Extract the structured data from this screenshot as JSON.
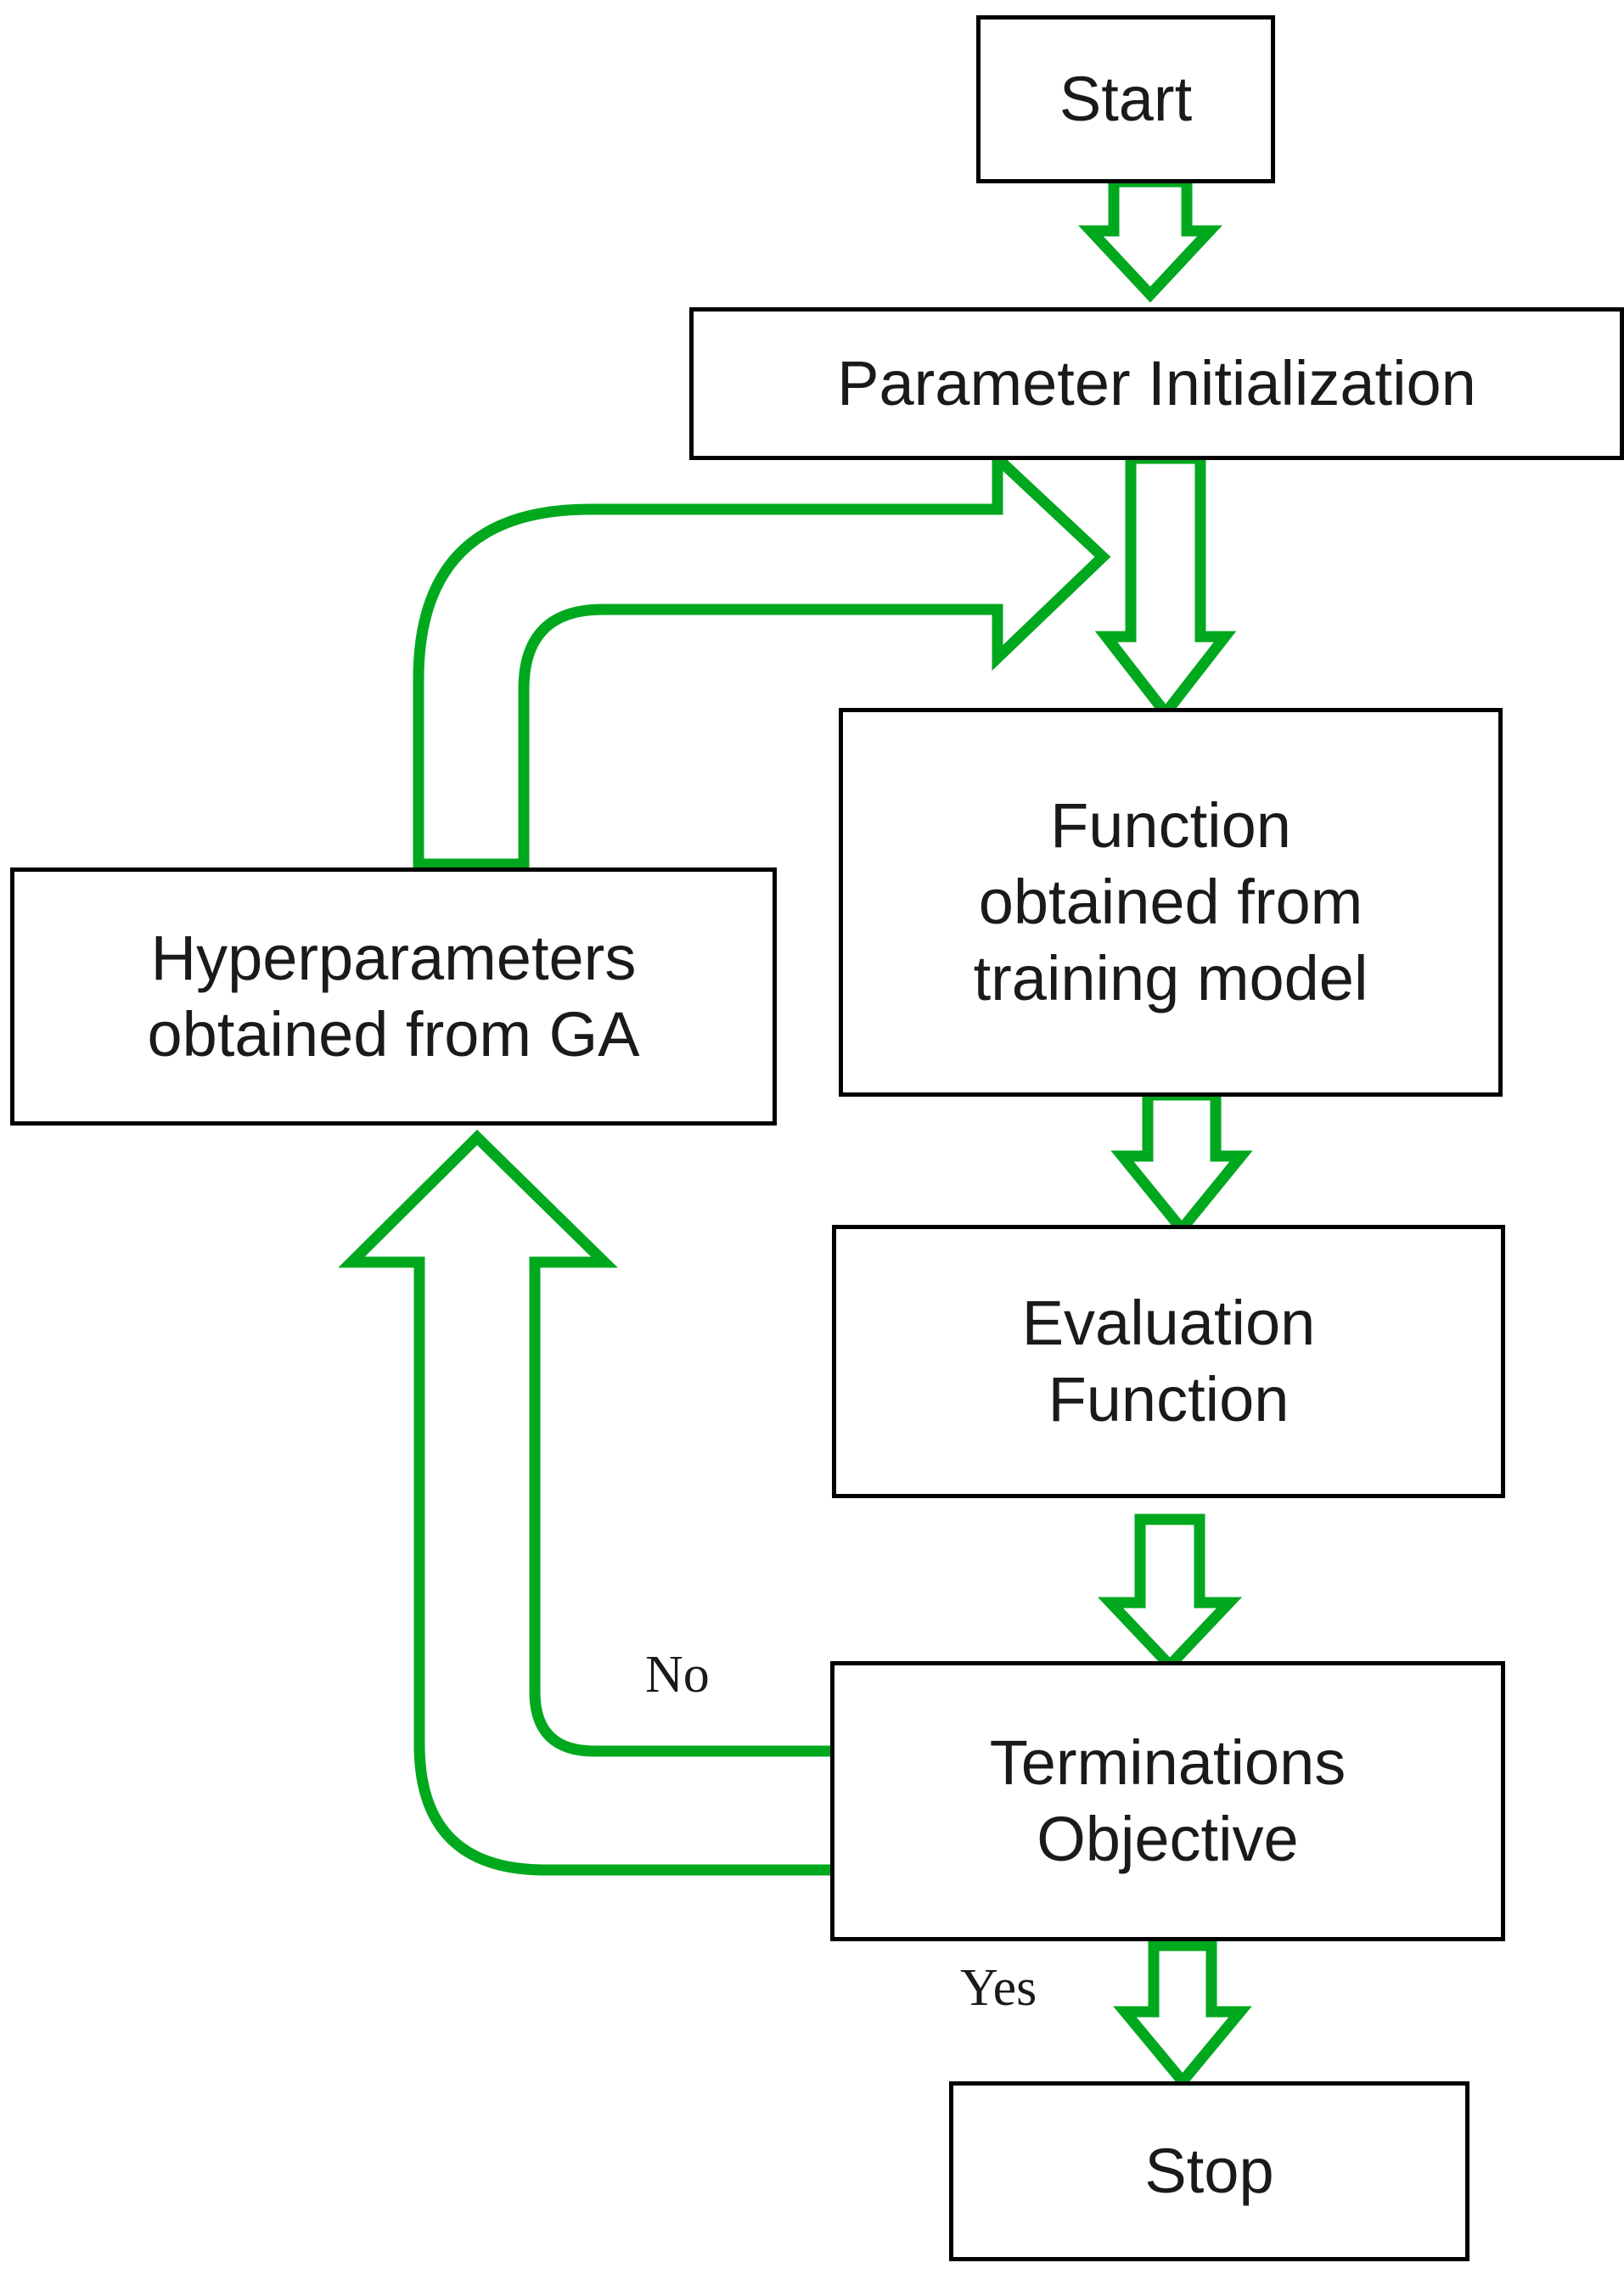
{
  "diagram": {
    "title": "Genetic Algorithm hyperparameter optimization flowchart",
    "type": "flowchart",
    "background_color": "#ffffff",
    "node_border_color": "#000000",
    "node_fill_color": "#ffffff",
    "text_color": "#1a1a1a",
    "arrow_color": "#00a81e",
    "arrow_style": "outlined-block-arrow",
    "nodes": [
      {
        "id": "start",
        "label": "Start",
        "shape": "rectangle"
      },
      {
        "id": "param",
        "label": "Parameter Initialization",
        "shape": "rectangle"
      },
      {
        "id": "func",
        "label": "Function\nobtained from\ntraining model",
        "shape": "rectangle"
      },
      {
        "id": "hyper",
        "label": "Hyperparameters\nobtained from GA",
        "shape": "rectangle"
      },
      {
        "id": "eval",
        "label": "Evaluation\nFunction",
        "shape": "rectangle"
      },
      {
        "id": "term",
        "label": "Terminations\nObjective",
        "shape": "rectangle"
      },
      {
        "id": "stop",
        "label": "Stop",
        "shape": "rectangle"
      }
    ],
    "edges": [
      {
        "from": "start",
        "to": "param",
        "label": "",
        "direction": "down"
      },
      {
        "from": "param",
        "to": "func",
        "label": "",
        "direction": "down"
      },
      {
        "from": "func",
        "to": "eval",
        "label": "",
        "direction": "down"
      },
      {
        "from": "eval",
        "to": "term",
        "label": "",
        "direction": "down"
      },
      {
        "from": "term",
        "to": "stop",
        "label": "Yes",
        "direction": "down"
      },
      {
        "from": "term",
        "to": "hyper",
        "label": "No",
        "direction": "left-up"
      },
      {
        "from": "hyper",
        "to": "param",
        "label": "",
        "direction": "up-right"
      }
    ],
    "labels": {
      "no": "No",
      "yes": "Yes"
    }
  }
}
